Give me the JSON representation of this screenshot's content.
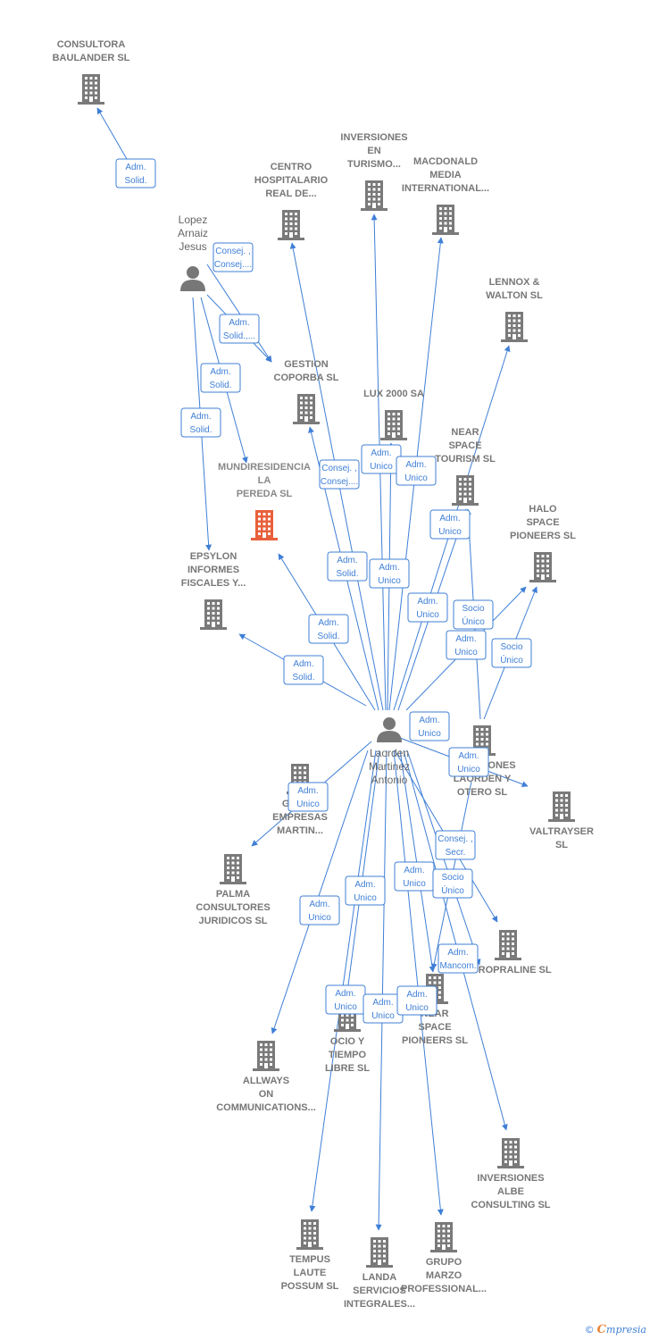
{
  "companies": [
    {
      "id": "consultora",
      "lines": [
        "CONSULTORA",
        "BAULANDER SL"
      ],
      "label_pos": "above"
    },
    {
      "id": "centro",
      "lines": [
        "CENTRO",
        "HOSPITALARIO",
        "REAL DE..."
      ],
      "label_pos": "above"
    },
    {
      "id": "inversiones_turismo",
      "lines": [
        "INVERSIONES",
        "EN",
        "TURISMO..."
      ],
      "label_pos": "above"
    },
    {
      "id": "macdonald",
      "lines": [
        "MACDONALD",
        "MEDIA",
        "INTERNATIONAL..."
      ],
      "label_pos": "above"
    },
    {
      "id": "lennox",
      "lines": [
        "LENNOX &",
        "WALTON SL"
      ],
      "label_pos": "above"
    },
    {
      "id": "gestion",
      "lines": [
        "GESTION",
        "COPORBA  SL"
      ],
      "label_pos": "above"
    },
    {
      "id": "lux",
      "lines": [
        "LUX 2000 SA"
      ],
      "label_pos": "above"
    },
    {
      "id": "near_tourism",
      "lines": [
        "NEAR",
        "SPACE",
        "TOURISM  SL"
      ],
      "label_pos": "above"
    },
    {
      "id": "mundiresidencia",
      "lines": [
        "MUNDIRESIDENCIA",
        "LA",
        "PEREDA  SL"
      ],
      "label_pos": "above",
      "main": true
    },
    {
      "id": "halo",
      "lines": [
        "HALO",
        "SPACE",
        "PIONEERS  SL"
      ],
      "label_pos": "above"
    },
    {
      "id": "epsylon",
      "lines": [
        "EPSYLON",
        "INFORMES",
        "FISCALES Y..."
      ],
      "label_pos": "above"
    },
    {
      "id": "inversiones_laorden",
      "lines": [
        "INVERSIONES",
        "LAORDEN Y",
        "OTERO  SL"
      ],
      "label_pos": "below"
    },
    {
      "id": "valtrayser",
      "lines": [
        "VALTRAYSER",
        "SL"
      ],
      "label_pos": "below"
    },
    {
      "id": "grupo_empresas",
      "lines": [
        "GRUPO",
        "EMPRESAS",
        "MARTIN..."
      ],
      "label_pos": "below"
    },
    {
      "id": "palma",
      "lines": [
        "PALMA",
        "CONSULTORES",
        "JURIDICOS SL"
      ],
      "label_pos": "below"
    },
    {
      "id": "europraline",
      "lines": [
        "EUROPRALINE SL"
      ],
      "label_pos": "below"
    },
    {
      "id": "near_pioneers",
      "lines": [
        "NEAR",
        "SPACE",
        "PIONEERS  SL"
      ],
      "label_pos": "below"
    },
    {
      "id": "ocio",
      "lines": [
        "OCIO Y",
        "TIEMPO",
        "LIBRE SL"
      ],
      "label_pos": "below"
    },
    {
      "id": "allways",
      "lines": [
        "ALLWAYS",
        "ON",
        "COMMUNICATIONS..."
      ],
      "label_pos": "below"
    },
    {
      "id": "inversiones_albe",
      "lines": [
        "INVERSIONES",
        "ALBE",
        "CONSULTING SL"
      ],
      "label_pos": "below"
    },
    {
      "id": "tempus",
      "lines": [
        "TEMPUS",
        "LAUTE",
        "POSSUM SL"
      ],
      "label_pos": "below"
    },
    {
      "id": "landa",
      "lines": [
        "LANDA",
        "SERVICIOS",
        "INTEGRALES..."
      ],
      "label_pos": "below"
    },
    {
      "id": "grupo_marzo",
      "lines": [
        "GRUPO",
        "MARZO",
        "PROFESSIONAL..."
      ],
      "label_pos": "below"
    }
  ],
  "persons": [
    {
      "id": "lopez",
      "lines": [
        "Lopez",
        "Arnaiz",
        "Jesus"
      ],
      "label_pos": "above"
    },
    {
      "id": "laorden",
      "lines": [
        "Laorden",
        "Martinez",
        "Antonio"
      ],
      "label_pos": "below"
    }
  ],
  "edges": [
    {
      "from": "lopez",
      "to": "consultora",
      "label": [
        "Adm.",
        "Solid."
      ]
    },
    {
      "from": "lopez",
      "to": "gestion",
      "label": [
        "Consej. ,",
        "Consej...."
      ]
    },
    {
      "from": "lopez",
      "to": "gestion",
      "label": [
        "Adm.",
        "Solid.,..."
      ]
    },
    {
      "from": "lopez",
      "to": "mundiresidencia",
      "label": [
        "Adm.",
        "Solid."
      ]
    },
    {
      "from": "lopez",
      "to": "epsylon",
      "label": [
        "Adm.",
        "Solid."
      ]
    },
    {
      "from": "laorden",
      "to": "centro",
      "label": [
        "Consej. ,",
        "Consej...."
      ]
    },
    {
      "from": "laorden",
      "to": "inversiones_turismo",
      "label": [
        "Adm.",
        "Unico"
      ]
    },
    {
      "from": "laorden",
      "to": "macdonald",
      "label": [
        "Adm.",
        "Unico"
      ]
    },
    {
      "from": "laorden",
      "to": "lennox",
      "label": [
        "Adm.",
        "Unico"
      ]
    },
    {
      "from": "laorden",
      "to": "gestion",
      "label": [
        "Adm.",
        "Solid."
      ]
    },
    {
      "from": "laorden",
      "to": "lux",
      "label": [
        "Adm.",
        "Unico"
      ]
    },
    {
      "from": "laorden",
      "to": "near_tourism",
      "label": [
        "Adm.",
        "Unico"
      ]
    },
    {
      "from": "laorden",
      "to": "mundiresidencia",
      "label": [
        "Adm.",
        "Solid."
      ]
    },
    {
      "from": "laorden",
      "to": "epsylon",
      "label": [
        "Adm.",
        "Solid."
      ]
    },
    {
      "from": "laorden",
      "to": "halo",
      "label": [
        "Adm.",
        "Unico"
      ]
    },
    {
      "from": "inversiones_laorden",
      "to": "halo",
      "label": [
        "Socio",
        "Único"
      ]
    },
    {
      "from": "inversiones_laorden",
      "to": "near_tourism",
      "label": [
        "Socio",
        "Único"
      ]
    },
    {
      "from": "laorden",
      "to": "valtrayser",
      "label": [
        "Adm.",
        "Unico"
      ]
    },
    {
      "from": "inversiones_laorden",
      "to": "near_pioneers",
      "label": [
        "Adm.",
        "Unico"
      ]
    },
    {
      "from": "laorden",
      "to": "palma",
      "label": [
        "Adm.",
        "Unico"
      ]
    },
    {
      "from": "laorden",
      "to": "europraline",
      "label": [
        "Consej. ,",
        "Secr."
      ]
    },
    {
      "from": "laorden",
      "to": "near_pioneers",
      "label": [
        "Adm.",
        "Unico"
      ]
    },
    {
      "from": "laorden",
      "to": "inversiones_albe",
      "label": [
        "Socio",
        "Único"
      ]
    },
    {
      "from": "laorden",
      "to": "europraline",
      "label": [
        "Adm.",
        "Mancom."
      ]
    },
    {
      "from": "laorden",
      "to": "allways",
      "label": [
        "Adm.",
        "Unico"
      ]
    },
    {
      "from": "laorden",
      "to": "ocio",
      "label": [
        "Adm.",
        "Unico"
      ]
    },
    {
      "from": "laorden",
      "to": "tempus",
      "label": [
        "Adm.",
        "Unico"
      ]
    },
    {
      "from": "laorden",
      "to": "landa",
      "label": [
        "Adm.",
        "Unico"
      ]
    },
    {
      "from": "laorden",
      "to": "grupo_marzo",
      "label": [
        "Adm.",
        "Unico"
      ]
    }
  ],
  "colors": {
    "edge": "#3f7fd6",
    "building": "#7a7a7a",
    "building_main": "#e8603c",
    "person": "#777777"
  },
  "footer": {
    "copyright": "©",
    "brand_initial": "C",
    "brand_rest": "mpresia"
  }
}
